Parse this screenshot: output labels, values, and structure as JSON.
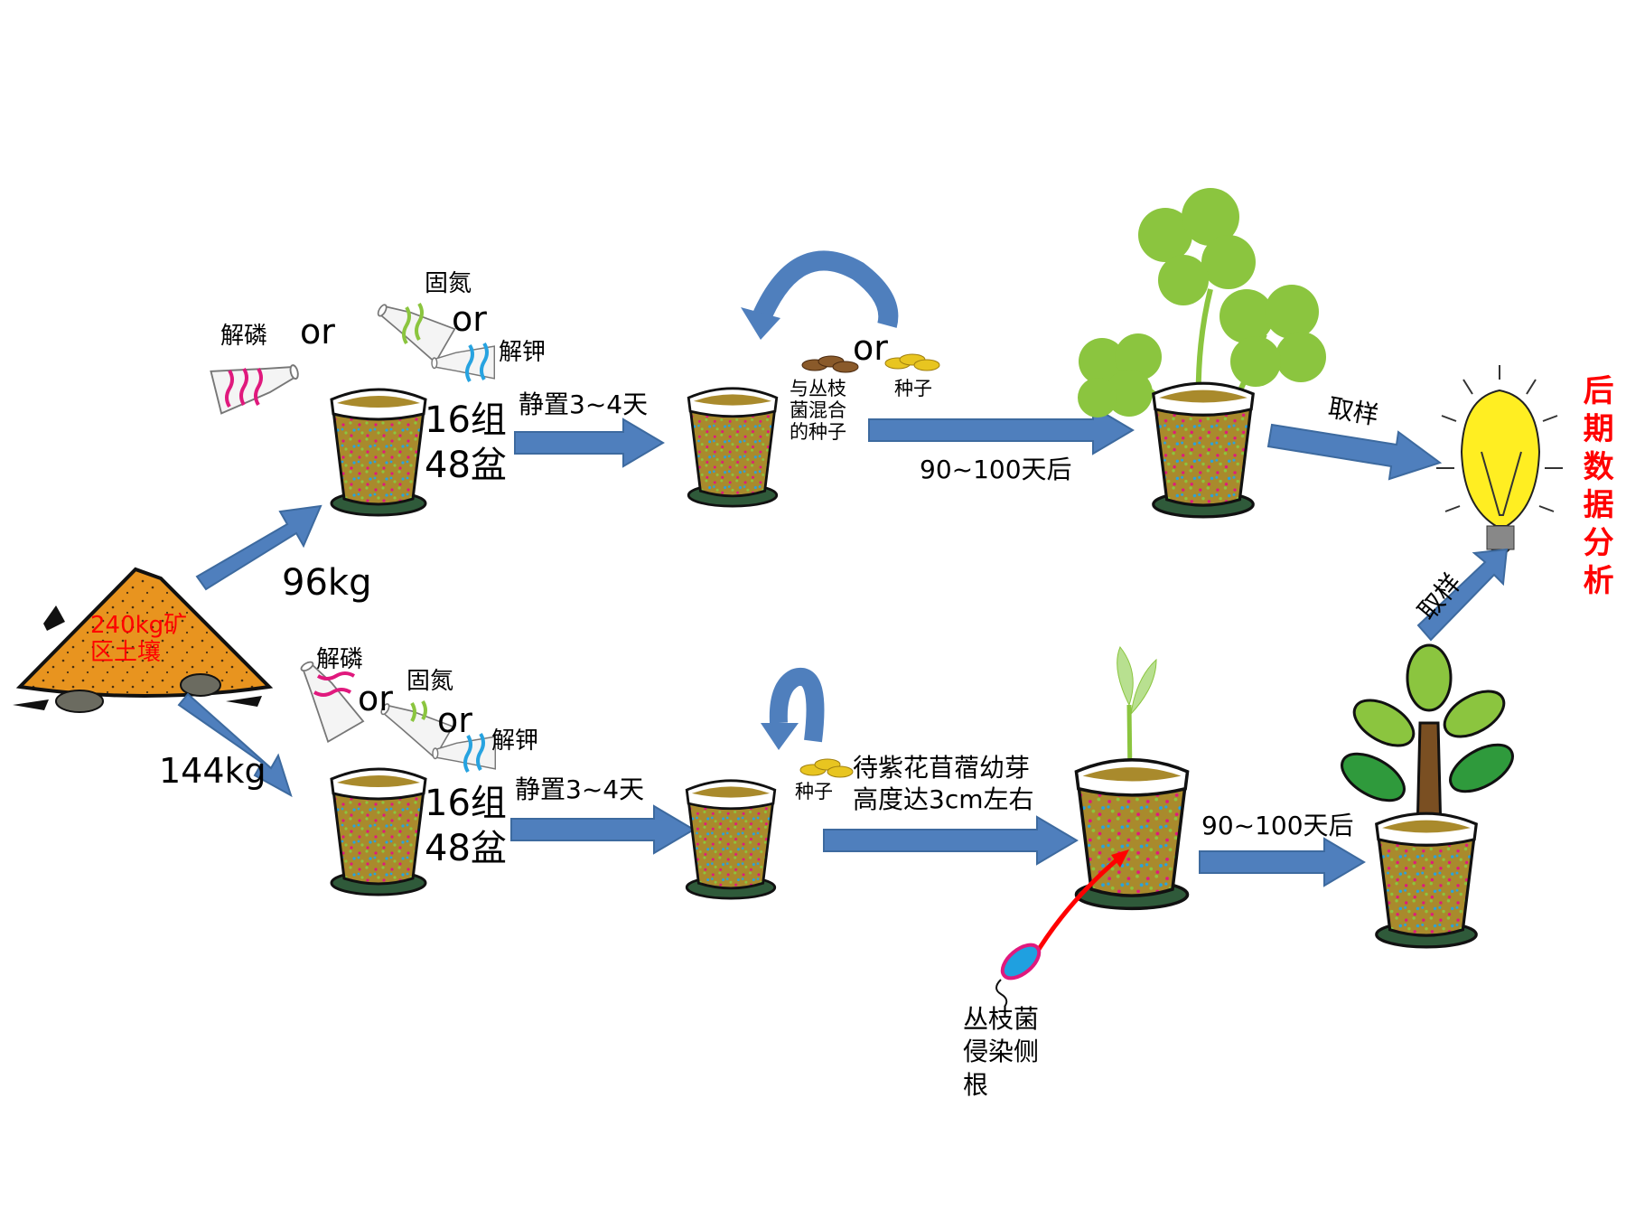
{
  "title": "矿区土壤接种实验流程",
  "colors": {
    "arrow": "#4f7fbd",
    "arrow_stroke": "#3d6a9f",
    "soil": "#a98a2c",
    "pile": "#e8941f",
    "pot_saucer": "#2f5a3a",
    "leaf_light": "#8bc53f",
    "leaf_dark": "#2f9a3c",
    "bulb": "#ffee22",
    "highlight_text": "#ff0000",
    "phosphate": "#e0197d",
    "nitrogen": "#8bc53f",
    "potassium": "#27a3e0"
  },
  "source": {
    "pile_label": "240kg矿\n区土壤"
  },
  "branches": {
    "top": {
      "weight": "96kg",
      "flask_phosphate": "解磷",
      "flask_nitrogen": "固氮",
      "flask_potassium": "解钾",
      "or_1": "or",
      "or_2": "or",
      "groups": "16组",
      "pots": "48盆",
      "rest": "静置3~4天",
      "seed_or": "or",
      "seed_mixed": "与丛枝\n菌混合\n的种子",
      "seed_plain": "种子",
      "grow": "90~100天后",
      "sample": "取样"
    },
    "bottom": {
      "weight": "144kg",
      "flask_phosphate": "解磷",
      "flask_nitrogen": "固氮",
      "flask_potassium": "解钾",
      "or_1": "or",
      "or_2": "or",
      "groups": "16组",
      "pots": "48盆",
      "rest": "静置3~4天",
      "seed_plain": "种子",
      "sprout": "待紫花苜蓿幼芽\n高度达3cm左右",
      "fungus": "丛枝菌\n侵染侧\n根",
      "grow": "90~100天后",
      "sample": "取样"
    }
  },
  "result": {
    "label": "后期数据分析"
  }
}
